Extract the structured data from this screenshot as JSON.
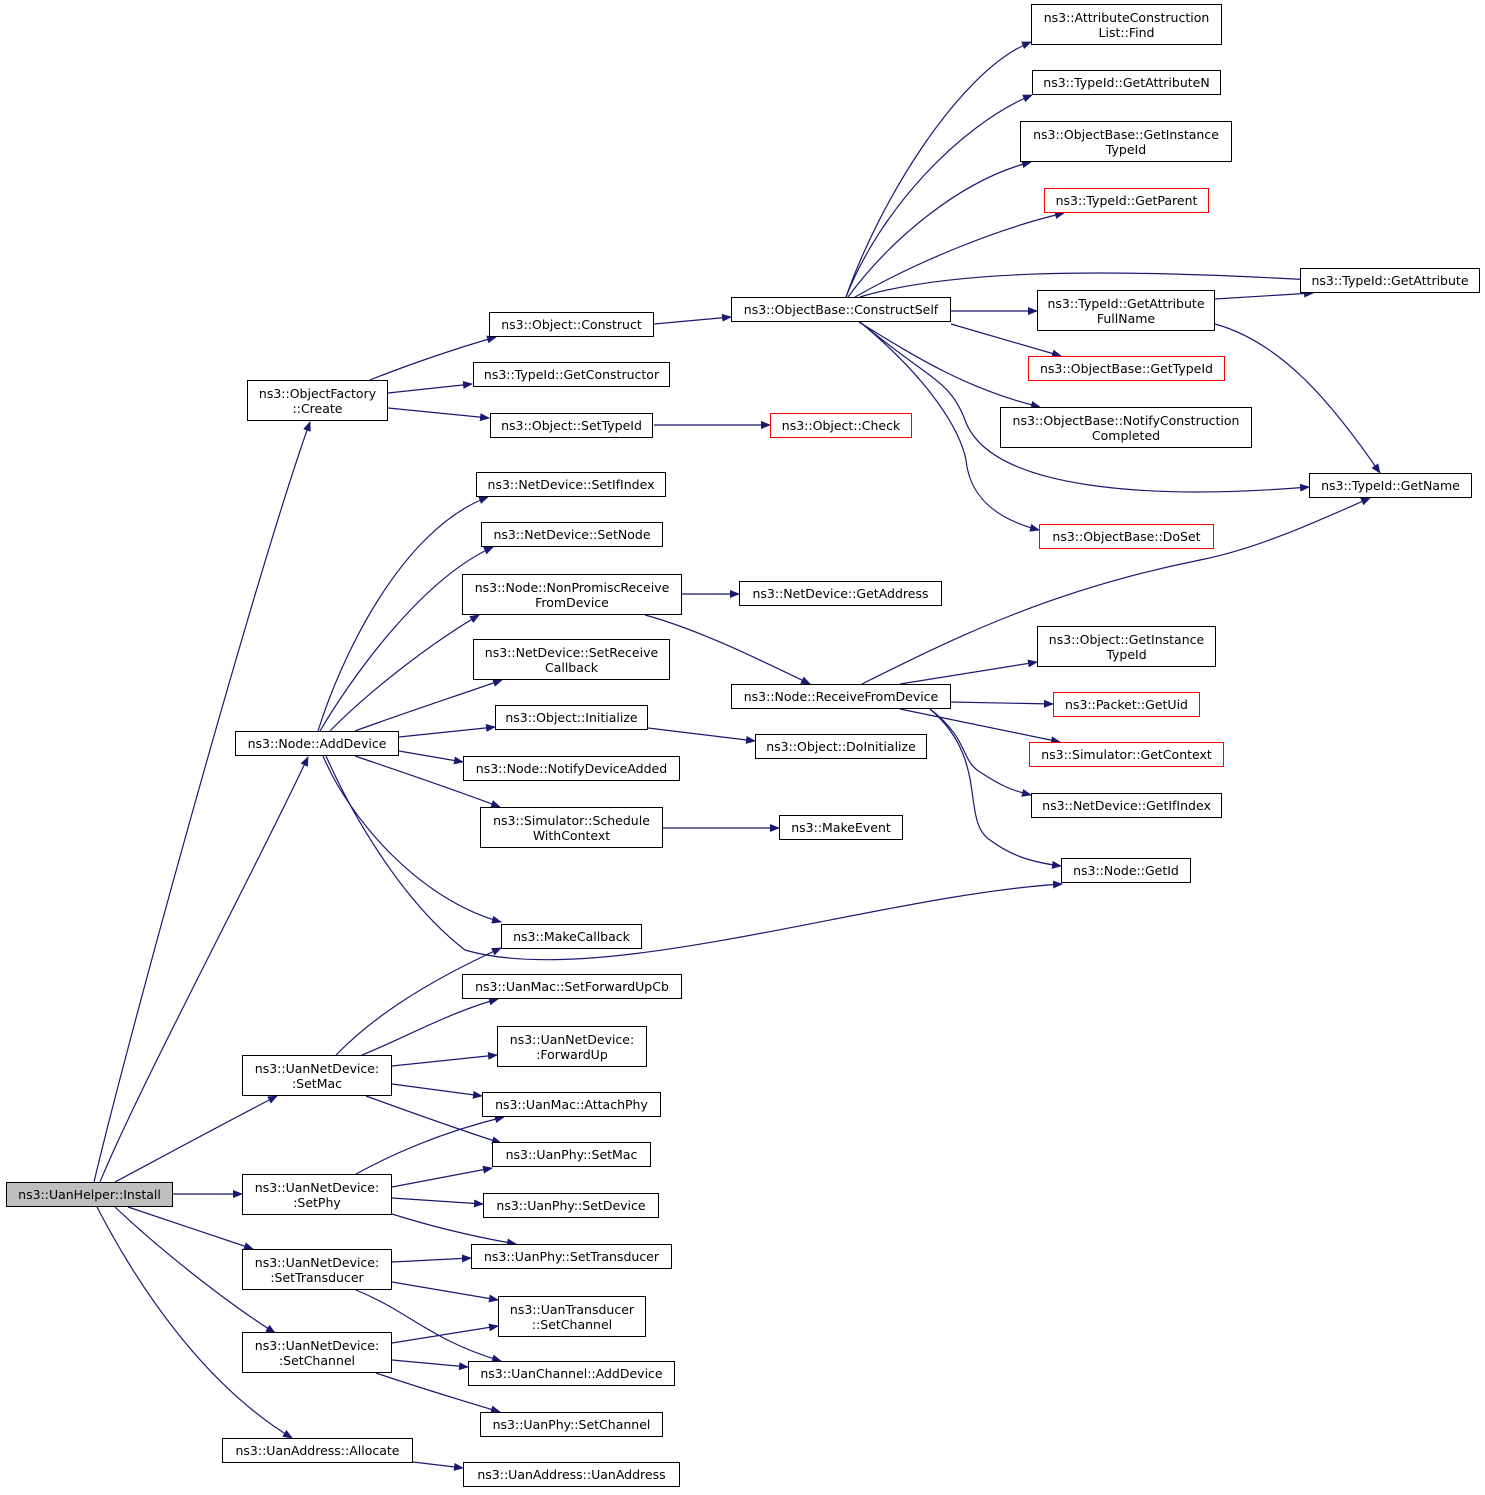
{
  "colors": {
    "edge": "#191970",
    "normal_border": "#000000",
    "link_incomplete_border": "#ff0000",
    "root_fill": "#bfbfbf"
  },
  "nodes": {
    "install": [
      "ns3::UanHelper::Install"
    ],
    "factory_create": [
      "ns3::ObjectFactory",
      "::Create"
    ],
    "node_adddevice": [
      "ns3::Node::AddDevice"
    ],
    "setmac": [
      "ns3::UanNetDevice:",
      ":SetMac"
    ],
    "setphy": [
      "ns3::UanNetDevice:",
      ":SetPhy"
    ],
    "settransducer": [
      "ns3::UanNetDevice:",
      ":SetTransducer"
    ],
    "setchannel": [
      "ns3::UanNetDevice:",
      ":SetChannel"
    ],
    "addr_allocate": [
      "ns3::UanAddress::Allocate"
    ],
    "obj_construct": [
      "ns3::Object::Construct"
    ],
    "typeid_getconstructor": [
      "ns3::TypeId::GetConstructor"
    ],
    "obj_settypeid": [
      "ns3::Object::SetTypeId"
    ],
    "nd_setifindex": [
      "ns3::NetDevice::SetIfIndex"
    ],
    "nd_setnode": [
      "ns3::NetDevice::SetNode"
    ],
    "node_nonpromisc": [
      "ns3::Node::NonPromiscReceive",
      "FromDevice"
    ],
    "nd_setreceivecb": [
      "ns3::NetDevice::SetReceive",
      "Callback"
    ],
    "obj_initialize": [
      "ns3::Object::Initialize"
    ],
    "node_notifydeviceadded": [
      "ns3::Node::NotifyDeviceAdded"
    ],
    "sim_schedulewithcontext": [
      "ns3::Simulator::Schedule",
      "WithContext"
    ],
    "makecallback": [
      "ns3::MakeCallback"
    ],
    "mac_setforwardupcb": [
      "ns3::UanMac::SetForwardUpCb"
    ],
    "uannd_forwardup": [
      "ns3::UanNetDevice:",
      ":ForwardUp"
    ],
    "mac_attachphy": [
      "ns3::UanMac::AttachPhy"
    ],
    "phy_setmac": [
      "ns3::UanPhy::SetMac"
    ],
    "phy_setdevice": [
      "ns3::UanPhy::SetDevice"
    ],
    "phy_settransducer": [
      "ns3::UanPhy::SetTransducer"
    ],
    "trans_setchannel": [
      "ns3::UanTransducer",
      "::SetChannel"
    ],
    "chan_adddevice": [
      "ns3::UanChannel::AddDevice"
    ],
    "phy_setchannel": [
      "ns3::UanPhy::SetChannel"
    ],
    "addr_ctor": [
      "ns3::UanAddress::UanAddress"
    ],
    "objbase_constructself": [
      "ns3::ObjectBase::ConstructSelf"
    ],
    "obj_check": [
      "ns3::Object::Check"
    ],
    "nd_getaddress": [
      "ns3::NetDevice::GetAddress"
    ],
    "node_receivefromdevice": [
      "ns3::Node::ReceiveFromDevice"
    ],
    "obj_doinitialize": [
      "ns3::Object::DoInitialize"
    ],
    "makeevent": [
      "ns3::MakeEvent"
    ],
    "attrlist_find": [
      "ns3::AttributeConstruction",
      "List::Find"
    ],
    "typeid_getattributen": [
      "ns3::TypeId::GetAttributeN"
    ],
    "objbase_getinstancetypeid": [
      "ns3::ObjectBase::GetInstance",
      "TypeId"
    ],
    "typeid_getparent": [
      "ns3::TypeId::GetParent"
    ],
    "typeid_getattributefullname": [
      "ns3::TypeId::GetAttribute",
      "FullName"
    ],
    "objbase_gettypeid": [
      "ns3::ObjectBase::GetTypeId"
    ],
    "objbase_notifyconstruction": [
      "ns3::ObjectBase::NotifyConstruction",
      "Completed"
    ],
    "objbase_doset": [
      "ns3::ObjectBase::DoSet"
    ],
    "obj_getinstancetypeid": [
      "ns3::Object::GetInstance",
      "TypeId"
    ],
    "packet_getuid": [
      "ns3::Packet::GetUid"
    ],
    "sim_getcontext": [
      "ns3::Simulator::GetContext"
    ],
    "nd_getifindex": [
      "ns3::NetDevice::GetIfIndex"
    ],
    "node_getid": [
      "ns3::Node::GetId"
    ],
    "typeid_getattribute": [
      "ns3::TypeId::GetAttribute"
    ],
    "typeid_getname": [
      "ns3::TypeId::GetName"
    ]
  }
}
